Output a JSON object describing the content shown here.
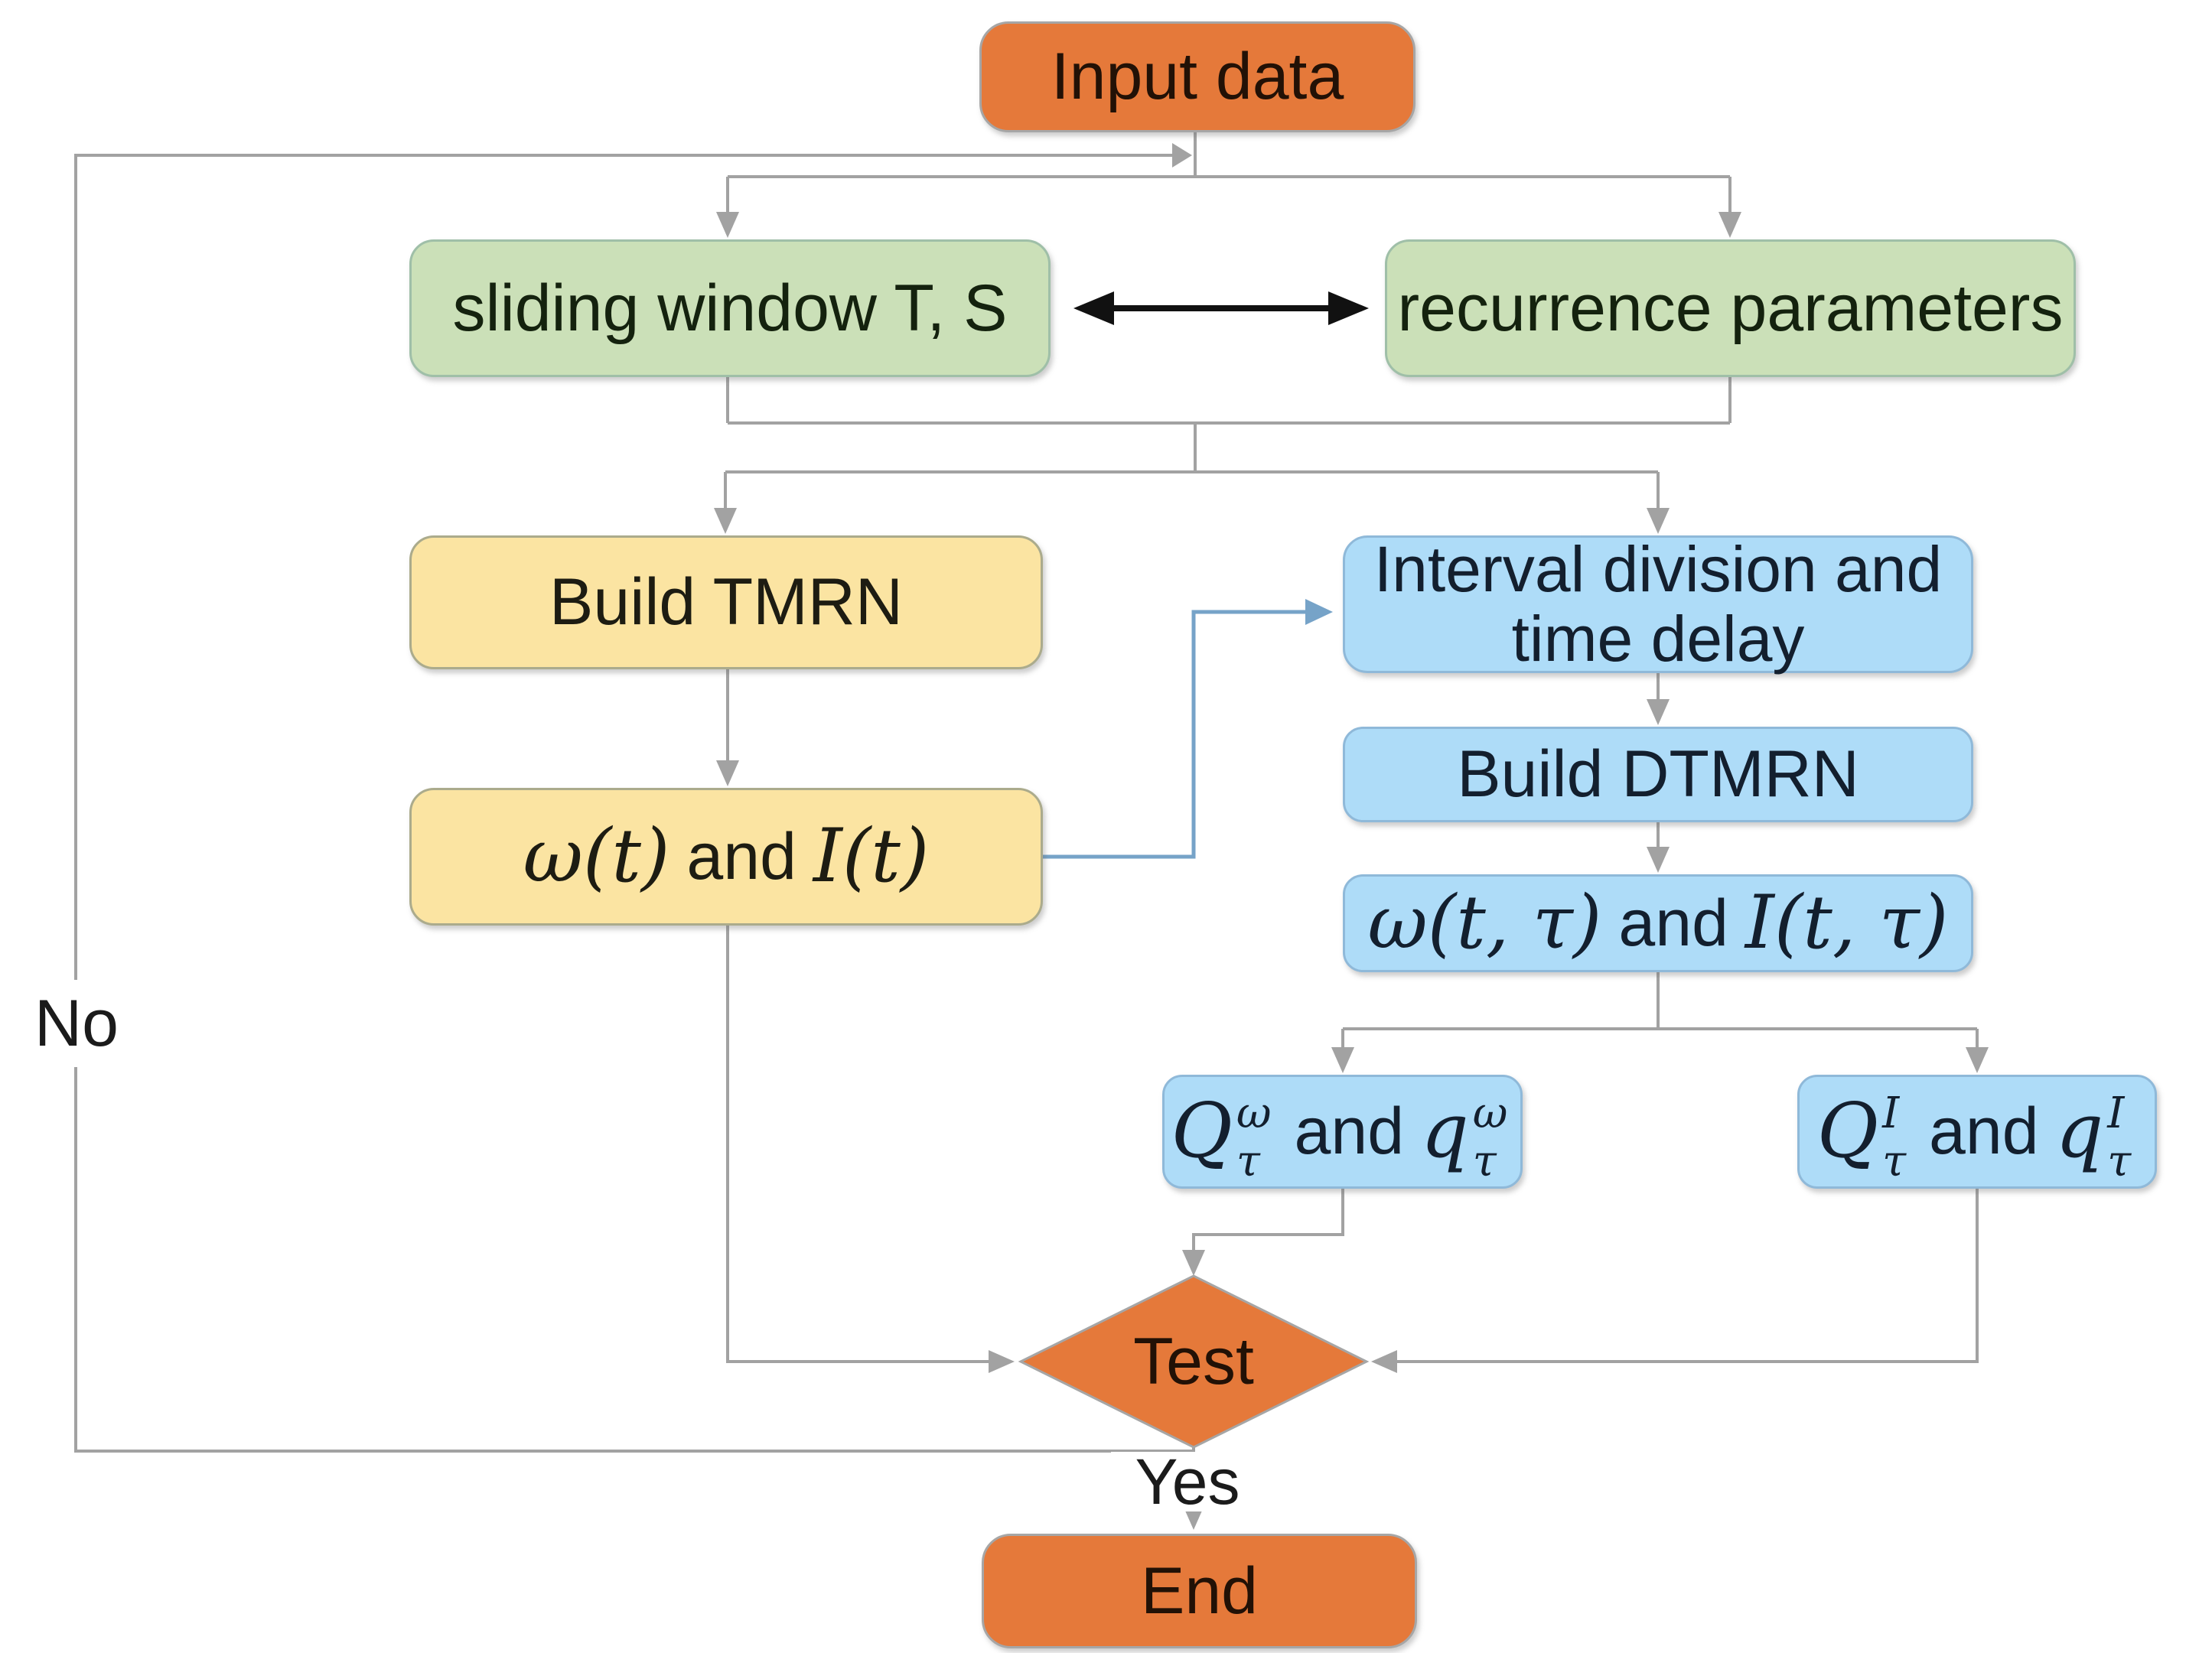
{
  "diagram": {
    "nodes": {
      "input": {
        "label": "Input data"
      },
      "sliding_window": {
        "label": "sliding window T, S"
      },
      "recurrence_params": {
        "label": "recurrence parameters"
      },
      "build_tmrn": {
        "label": "Build TMRN"
      },
      "omega_i_t": {
        "math1": "ω(t)",
        "mid": "and",
        "math2": "I(t)"
      },
      "interval_division": {
        "line1": "Interval division and",
        "line2": "time delay"
      },
      "build_dtmrn": {
        "label": "Build DTMRN"
      },
      "omega_i_t_tau": {
        "math1": "ω(t, τ)",
        "mid": "and",
        "math2": "I(t, τ)"
      },
      "q_omega": {
        "base1": "Q",
        "sup1": "ω",
        "sub1": "τ",
        "mid": "and",
        "base2": "q",
        "sup2": "ω",
        "sub2": "τ"
      },
      "q_i": {
        "base1": "Q",
        "sup1": "I",
        "sub1": "τ",
        "mid": "and",
        "base2": "q",
        "sup2": "I",
        "sub2": "τ"
      },
      "test": {
        "label": "Test"
      },
      "end": {
        "label": "End"
      }
    },
    "edge_labels": {
      "no": "No",
      "yes": "Yes"
    },
    "colors": {
      "terminal_fill": "#E5793A",
      "stage_fill": "#CBE0B8",
      "tmrn_fill": "#FBE4A2",
      "dtmrn_fill": "#AEDCF8",
      "connector_gray": "#A2A2A2",
      "link_blue": "#76A3C8",
      "double_arrow_black": "#111111"
    }
  }
}
